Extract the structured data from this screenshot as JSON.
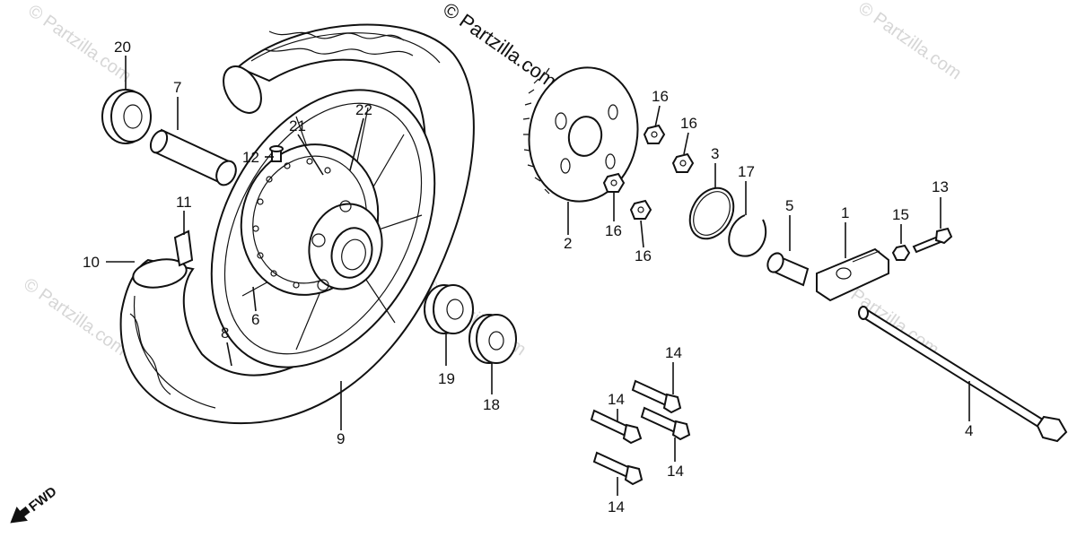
{
  "watermark": {
    "main": "© Partzilla.com",
    "faint": "© Partzilla.com"
  },
  "direction_label": "FWD",
  "callouts": {
    "c1": "1",
    "c2": "2",
    "c3": "3",
    "c4": "4",
    "c5": "5",
    "c6": "6",
    "c7": "7",
    "c8": "8",
    "c9": "9",
    "c10": "10",
    "c11": "11",
    "c12": "12",
    "c13": "13",
    "c14a": "14",
    "c14b": "14",
    "c14c": "14",
    "c14d": "14",
    "c15": "15",
    "c16a": "16",
    "c16b": "16",
    "c16c": "16",
    "c16d": "16",
    "c17": "17",
    "c18": "18",
    "c19": "19",
    "c20": "20",
    "c21": "21",
    "c22": "22"
  }
}
